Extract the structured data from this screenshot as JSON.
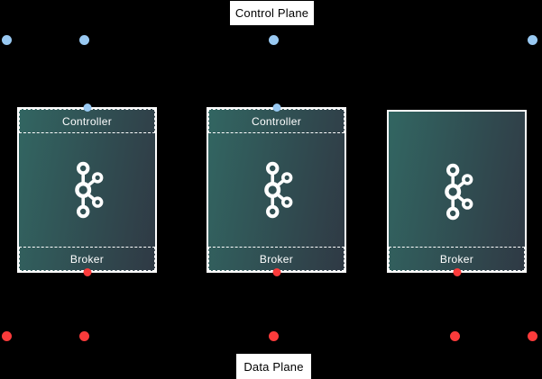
{
  "diagram": {
    "control_plane_label": "Control Plane",
    "data_plane_label": "Data Plane"
  },
  "nodes": [
    {
      "controller_label": "Controller",
      "broker_label": "Broker"
    },
    {
      "controller_label": "Controller",
      "broker_label": "Broker"
    },
    {
      "broker_label": "Broker"
    }
  ],
  "icons": {
    "kafka_logo": "apache-kafka-logo",
    "blue_dot": "control-plane-connection-point",
    "red_dot": "data-plane-connection-point"
  },
  "colors": {
    "background": "#000000",
    "node_gradient_start": "#326662",
    "node_gradient_end": "#2f3944",
    "node_border": "#ffffff",
    "section_divider": "#ffffff",
    "section_label_text": "#ffffff",
    "kafka_logo": "#ffffff",
    "plane_label_bg": "#ffffff",
    "plane_label_text": "#000000",
    "control_plane_dot": "#99c9f2",
    "data_plane_dot": "#fb3b3b"
  }
}
